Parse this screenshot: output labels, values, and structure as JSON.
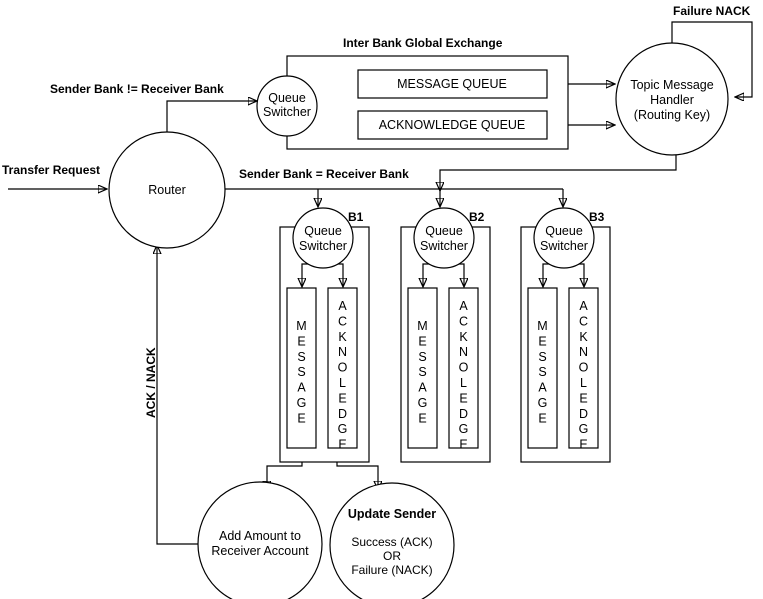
{
  "labels": {
    "transfer_request": "Transfer Request",
    "sender_ne_receiver": "Sender Bank != Receiver Bank",
    "sender_eq_receiver": "Sender Bank = Receiver Bank",
    "inter_bank_exchange": "Inter Bank Global Exchange",
    "failure_nack": "Failure NACK",
    "ack_nack": "ACK / NACK"
  },
  "nodes": {
    "router": "Router",
    "queue_switcher_main": [
      "Queue",
      "Switcher"
    ],
    "message_queue": "MESSAGE QUEUE",
    "acknowledge_queue": "ACKNOWLEDGE QUEUE",
    "topic_handler": [
      "Topic Message",
      "Handler",
      "(Routing Key)"
    ],
    "add_amount": [
      "Add Amount to",
      "Receiver Account"
    ],
    "update_sender": {
      "title": "Update Sender",
      "lines": [
        "Success (ACK)",
        "OR",
        "Failure (NACK)"
      ]
    }
  },
  "banks": [
    {
      "name": "B1",
      "switcher": [
        "Queue",
        "Switcher"
      ],
      "queues": [
        "MESSAGE",
        "ACKNOLEDGE"
      ]
    },
    {
      "name": "B2",
      "switcher": [
        "Queue",
        "Switcher"
      ],
      "queues": [
        "MESSAGE",
        "ACKNOLEDGE"
      ]
    },
    {
      "name": "B3",
      "switcher": [
        "Queue",
        "Switcher"
      ],
      "queues": [
        "MESSAGE",
        "ACKNOLEDGE"
      ]
    }
  ]
}
